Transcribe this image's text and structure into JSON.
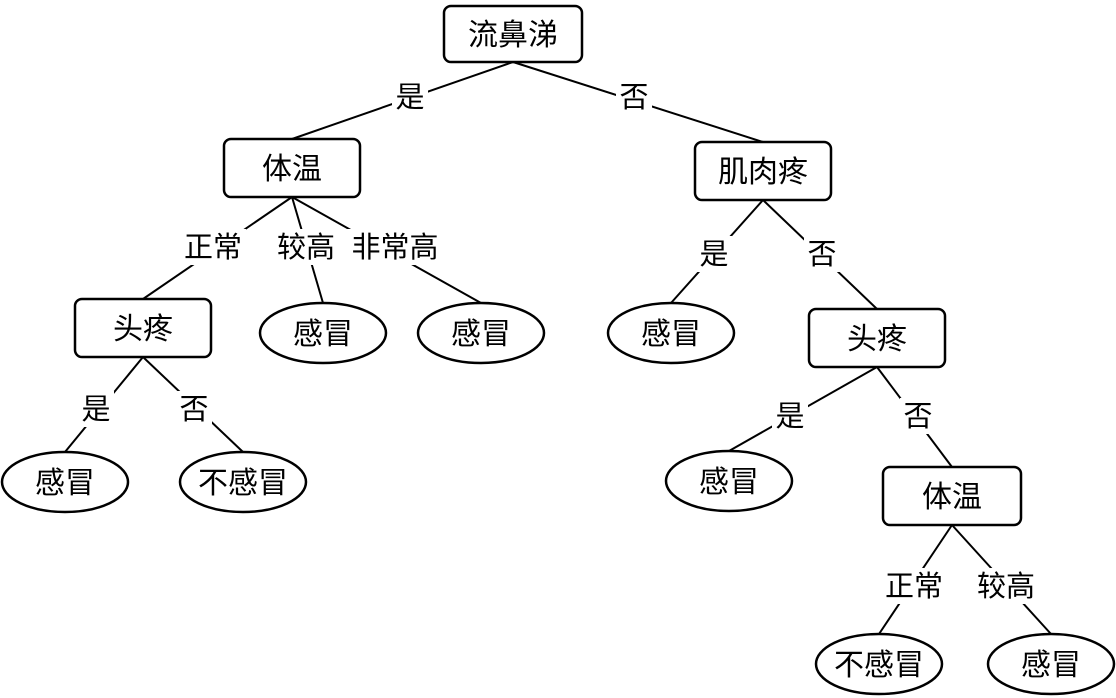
{
  "tree": {
    "nodes": [
      {
        "id": "n1",
        "label": "流鼻涕",
        "shape": "box"
      },
      {
        "id": "n2",
        "label": "体温",
        "shape": "box"
      },
      {
        "id": "n3",
        "label": "肌肉疼",
        "shape": "box"
      },
      {
        "id": "n4",
        "label": "头疼",
        "shape": "box"
      },
      {
        "id": "n5",
        "label": "感冒",
        "shape": "ellipse"
      },
      {
        "id": "n6",
        "label": "感冒",
        "shape": "ellipse"
      },
      {
        "id": "n7",
        "label": "感冒",
        "shape": "ellipse"
      },
      {
        "id": "n8",
        "label": "头疼",
        "shape": "box"
      },
      {
        "id": "n9",
        "label": "感冒",
        "shape": "ellipse"
      },
      {
        "id": "n10",
        "label": "不感冒",
        "shape": "ellipse"
      },
      {
        "id": "n11",
        "label": "感冒",
        "shape": "ellipse"
      },
      {
        "id": "n12",
        "label": "体温",
        "shape": "box"
      },
      {
        "id": "n13",
        "label": "不感冒",
        "shape": "ellipse"
      },
      {
        "id": "n14",
        "label": "感冒",
        "shape": "ellipse"
      }
    ],
    "edges": [
      {
        "from": "n1",
        "to": "n2",
        "label": "是"
      },
      {
        "from": "n1",
        "to": "n3",
        "label": "否"
      },
      {
        "from": "n2",
        "to": "n4",
        "label": "正常"
      },
      {
        "from": "n2",
        "to": "n5",
        "label": "较高"
      },
      {
        "from": "n2",
        "to": "n6",
        "label": "非常高"
      },
      {
        "from": "n3",
        "to": "n7",
        "label": "是"
      },
      {
        "from": "n3",
        "to": "n8",
        "label": "否"
      },
      {
        "from": "n4",
        "to": "n9",
        "label": "是"
      },
      {
        "from": "n4",
        "to": "n10",
        "label": "否"
      },
      {
        "from": "n8",
        "to": "n11",
        "label": "是"
      },
      {
        "from": "n8",
        "to": "n12",
        "label": "否"
      },
      {
        "from": "n12",
        "to": "n13",
        "label": "正常"
      },
      {
        "from": "n12",
        "to": "n14",
        "label": "较高"
      }
    ]
  }
}
